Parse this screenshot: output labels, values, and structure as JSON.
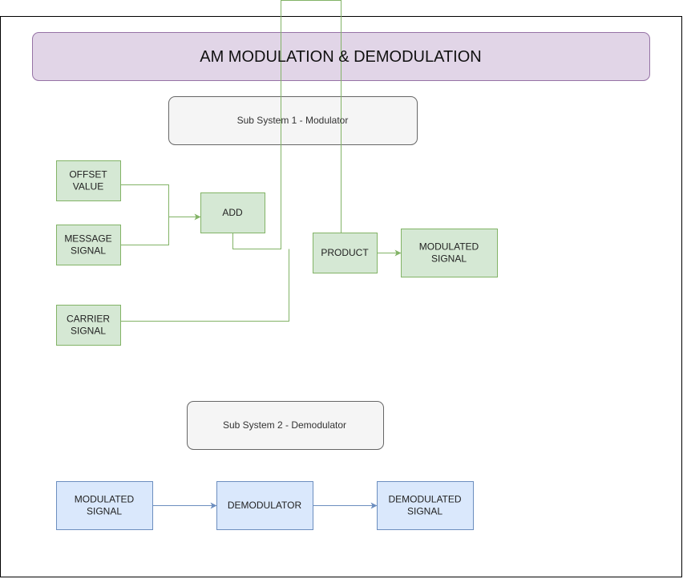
{
  "colors": {
    "frame": "#000000",
    "title_fill": "#e1d5e7",
    "title_stroke": "#9673a6",
    "subsystem_fill": "#f5f5f5",
    "subsystem_stroke": "#666666",
    "green_fill": "#d5e8d4",
    "green_stroke": "#82b366",
    "blue_fill": "#dae8fc",
    "blue_stroke": "#6c8ebf"
  },
  "title": "AM MODULATION & DEMODULATION",
  "subsystem1": {
    "label": "Sub System 1 - Modulator"
  },
  "subsystem2": {
    "label": "Sub System 2 - Demodulator"
  },
  "modulator": {
    "offset": [
      "OFFSET",
      "VALUE"
    ],
    "message": [
      "MESSAGE",
      "SIGNAL"
    ],
    "add": [
      "ADD"
    ],
    "carrier": [
      "CARRIER",
      "SIGNAL"
    ],
    "product": [
      "PRODUCT"
    ],
    "modulated": [
      "MODULATED",
      "SIGNAL"
    ]
  },
  "demodulator": {
    "modulated": [
      "MODULATED",
      "SIGNAL"
    ],
    "demodulator": [
      "DEMODULATOR"
    ],
    "demodulated": [
      "DEMODULATED",
      "SIGNAL"
    ]
  }
}
